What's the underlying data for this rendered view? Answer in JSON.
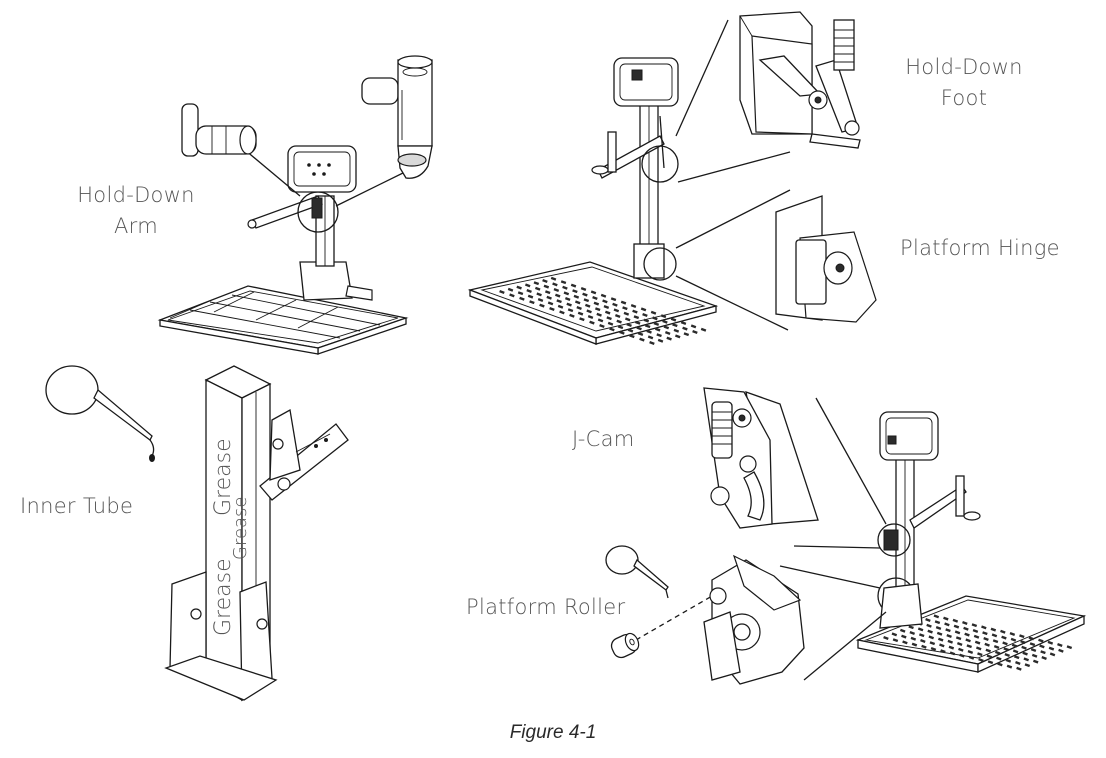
{
  "labels": {
    "hold_down_arm": "Hold-Down\nArm",
    "hold_down_foot": "Hold-Down\nFoot",
    "platform_hinge": "Platform Hinge",
    "inner_tube": "Inner Tube",
    "j_cam": "J-Cam",
    "platform_roller": "Platform Roller",
    "grease_1": "Grease",
    "grease_2": "Grease",
    "grease_3": "Grease"
  },
  "caption": "Figure 4-1",
  "colors": {
    "line": "#1a1a1a",
    "label": "#555555",
    "caption": "#2a2a2a"
  }
}
